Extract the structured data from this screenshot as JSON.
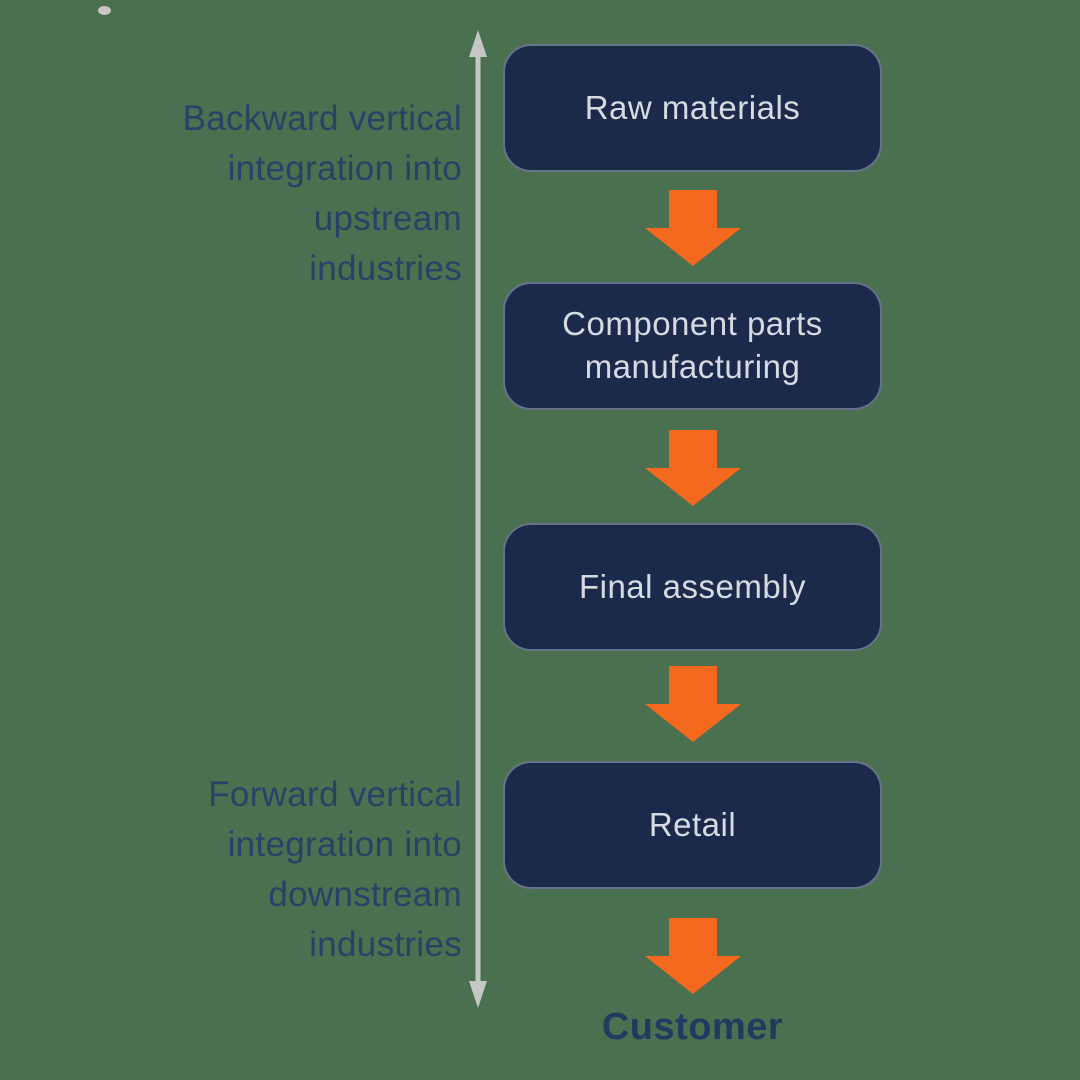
{
  "diagram": {
    "type": "vertical-integration-flowchart",
    "flow": {
      "stages": [
        {
          "label": "Raw materials"
        },
        {
          "label": "Component parts manufacturing"
        },
        {
          "label": "Final assembly"
        },
        {
          "label": "Retail"
        }
      ],
      "end_label": "Customer"
    },
    "annotations": {
      "backward": {
        "lines": [
          "Backward vertical",
          "integration into",
          "upstream",
          "industries"
        ]
      },
      "forward": {
        "lines": [
          "Forward vertical",
          "integration into",
          "downstream",
          "industries"
        ]
      }
    },
    "icons": [
      {
        "name": "down-arrow-icon",
        "count": 4
      },
      {
        "name": "double-headed-vertical-arrow-icon",
        "count": 1
      }
    ],
    "colors": {
      "background_green": "#4a7050",
      "stage_box_fill": "#1b2a4a",
      "stage_box_text": "#d6dae2",
      "flow_arrow_orange": "#f4691e",
      "axis_arrow_gray": "#c5c8c5",
      "annotation_navy": "#2b4066",
      "end_label_navy": "#233a60"
    }
  }
}
